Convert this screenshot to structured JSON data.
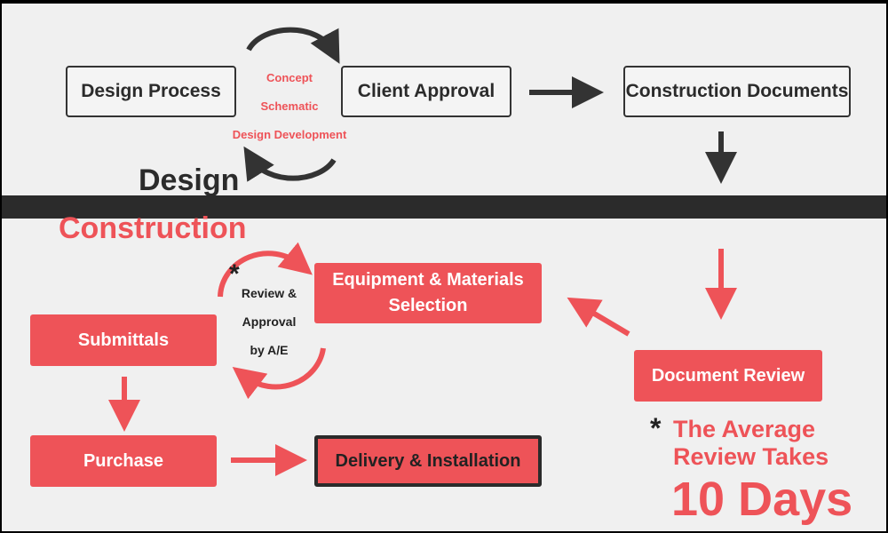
{
  "design": {
    "section_label": "Design",
    "design_process": "Design Process",
    "client_approval": "Client Approval",
    "construction_documents": "Construction Documents",
    "steps": [
      "Concept",
      "Schematic",
      "Design Development"
    ]
  },
  "construction": {
    "section_label": "Construction",
    "equipment_line1": "Equipment & Materials",
    "equipment_line2": "Selection",
    "review_asterisk": "*",
    "review_lines": [
      "Review &",
      "Approval",
      "by A/E"
    ],
    "submittals": "Submittals",
    "purchase": "Purchase",
    "delivery": "Delivery & Installation",
    "document_review": "Document Review",
    "note_asterisk": "*",
    "note_line1": "The Average",
    "note_line2": "Review Takes",
    "note_days": "10 Days"
  },
  "colors": {
    "accent": "#ee5358",
    "dark": "#2b2b2b",
    "background": "#f0f0f0"
  }
}
